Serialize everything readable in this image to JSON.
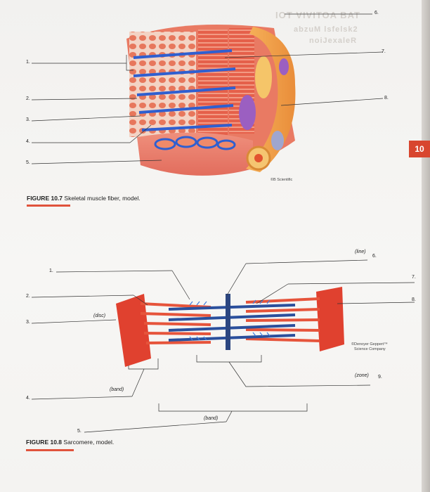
{
  "page": {
    "chapter_tab": "10",
    "ghost_heading_1": "IOT VIVITOA BAT",
    "ghost_heading_2": "abzuM lsfelsk2",
    "ghost_heading_3": "noiJexaleR"
  },
  "figure_10_7": {
    "number": "FIGURE 10.7",
    "title": "Skeletal muscle fiber, model.",
    "credit": "©B Scientific",
    "left_numbers": [
      "1.",
      "2.",
      "3.",
      "4.",
      "5."
    ],
    "right_numbers": [
      "6.",
      "7.",
      "8."
    ]
  },
  "figure_10_8": {
    "number": "FIGURE 10.8",
    "title": "Sarcomere, model.",
    "credit_line1": "©Denoyer Geppert™",
    "credit_line2": "Science Company",
    "left_numbers": [
      "1.",
      "2.",
      "3.",
      "4.",
      "5."
    ],
    "right_numbers": [
      "6.",
      "7.",
      "8.",
      "9."
    ],
    "labels": {
      "line": "(line)",
      "disc": "(disc)",
      "band_left": "(band)",
      "band_bottom": "(band)",
      "zone": "(zone)"
    }
  }
}
